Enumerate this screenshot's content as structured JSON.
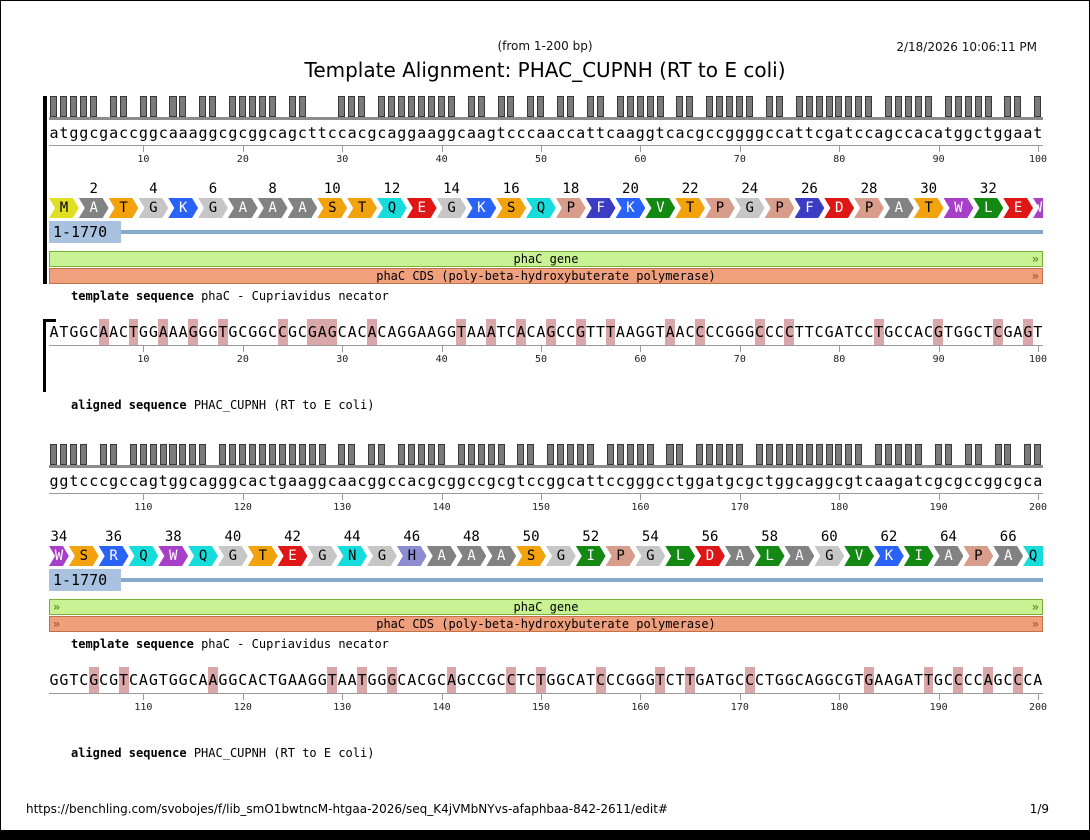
{
  "header": {
    "range_note": "(from 1-200 bp)",
    "datetime": "2/18/2026 10:06:11 PM",
    "title": "Template Alignment: PHAC_CUPNH (RT to E coli)"
  },
  "footer": {
    "url": "https://benchling.com/svobojes/f/lib_smO1bwtncM-htgaa-2026/seq_K4jVMbNYvs-afaphbaa-842-2611/edit#",
    "page": "1/9"
  },
  "annotations": {
    "range_label": "1-1770",
    "gene_label": "phaC gene",
    "cds_label": "phaC CDS (poly-beta-hydroxybuterate polymerase)",
    "template_label_bold": "template sequence",
    "template_label_rest": "phaC - Cupriavidus necator",
    "aligned_label_bold": "aligned sequence",
    "aligned_label_rest": "PHAC_CUPNH (RT to E coli)"
  },
  "colors": {
    "mismatch_bg": "#d9a7a7",
    "match_box": "#7a7a7a",
    "gene_bg": "#c9f295",
    "cds_bg": "#f0a07d",
    "range_chip": "#a9c2df",
    "range_line": "#87a9cb",
    "aa_colors": {
      "M": "#e0df21",
      "A": "#828282",
      "G": "#c6c6c6",
      "S": "#f2a20d",
      "T": "#f2a20d",
      "Q": "#17dcdc",
      "N": "#17dcdc",
      "E": "#df1616",
      "D": "#df1616",
      "K": "#2962f6",
      "R": "#2962f6",
      "P": "#d89c8b",
      "F": "#3b3bc4",
      "V": "#138813",
      "L": "#138813",
      "I": "#138813",
      "W": "#a73fc9",
      "H": "#8c8cd0"
    },
    "aa_dark_text_letters": "MGTSQNPH"
  },
  "blocks": [
    {
      "start": 1,
      "template_seq": "atggcgaccggcaaaggcgcggcagcttccacgcaggaaggcaagtcccaaccattcaaggtcacgccggggccattcgatccagccacatggctggaat",
      "aligned_seq": "ATGGCAACTGGAAAGGGTGCGGCCGCGAGCACACAGGAAGGTAAATCACAGCCGTTTAAGGTAACCCCGGGCCCCTTCGATCCTGCCACGTGGCTCGAGT",
      "mismatches": [
        6,
        9,
        12,
        15,
        18,
        24,
        27,
        28,
        29,
        33,
        42,
        45,
        48,
        51,
        54,
        57,
        63,
        66,
        72,
        75,
        84,
        90,
        96,
        99
      ],
      "aa_seq": "MATGKGAAASTQEGKSQPFKVTPGPFDPATWLEW",
      "aa_first_n": 1,
      "bars_left_chevron": false,
      "bars_right_chevron": true,
      "show_caret": true
    },
    {
      "start": 101,
      "template_seq": "ggtcccgccagtggcagggcactgaaggcaacggccacgcggccgcgtccggcattccgggcctggatgcgctggcaggcgtcaagatcgcgccggcgca",
      "aligned_seq": "GGTCGCGTCAGTGGCAAGGCACTGAAGGTAATGGGCACGCAGCCGCCTCTGGCATCCCGGGTCTTGATGCCCTGGCAGGCGTGAAGATTGCCCCAGCCCA",
      "mismatches": [
        105,
        108,
        117,
        129,
        132,
        135,
        141,
        147,
        150,
        156,
        162,
        165,
        171,
        183,
        189,
        192,
        195,
        198
      ],
      "aa_seq": "WSRQWQGTEGNGHAAASGIPGLDALAGVKIAPAQ",
      "aa_first_n": 34,
      "bars_left_chevron": true,
      "bars_right_chevron": true,
      "show_caret": false
    }
  ]
}
